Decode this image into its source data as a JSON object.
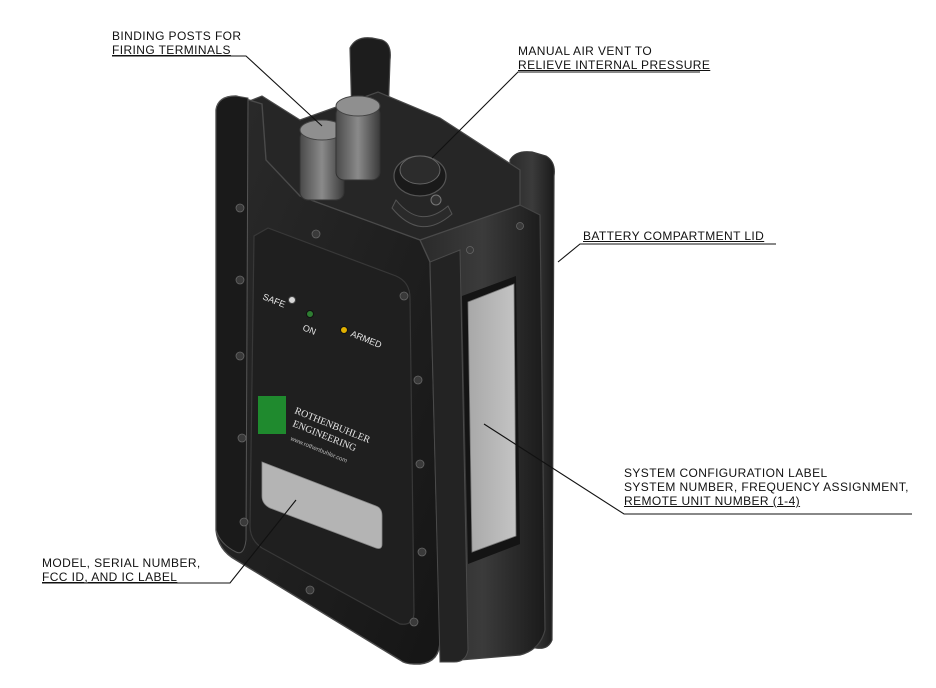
{
  "callouts": {
    "binding_posts": [
      "BINDING POSTS FOR",
      "FIRING TERMINALS"
    ],
    "air_vent": [
      "MANUAL AIR VENT TO",
      "RELIEVE INTERNAL PRESSURE"
    ],
    "battery_lid": [
      "BATTERY COMPARTMENT LID"
    ],
    "system_config": [
      "SYSTEM CONFIGURATION LABEL",
      "SYSTEM NUMBER, FREQUENCY ASSIGNMENT,",
      "REMOTE UNIT NUMBER (1-4)"
    ],
    "model_label": [
      "MODEL, SERIAL NUMBER,",
      "FCC ID, AND IC LABEL"
    ]
  },
  "device": {
    "indicators": {
      "safe": "SAFE",
      "on": "ON",
      "armed": "ARMED"
    },
    "brand": [
      "ROTHENBUHLER",
      "ENGINEERING"
    ],
    "brand_tagline": "www.rothenbuhler.com"
  },
  "colors": {
    "body": "#1c1c1c",
    "edge": "#3a3a3a",
    "highlight": "#5a5a5a",
    "label_gray": "#b4b4b4",
    "logo_green": "#1f8a2e",
    "leader": "#111111"
  },
  "icons": [
    "led-safe-icon",
    "led-on-icon",
    "led-armed-icon",
    "brand-logo-icon"
  ]
}
